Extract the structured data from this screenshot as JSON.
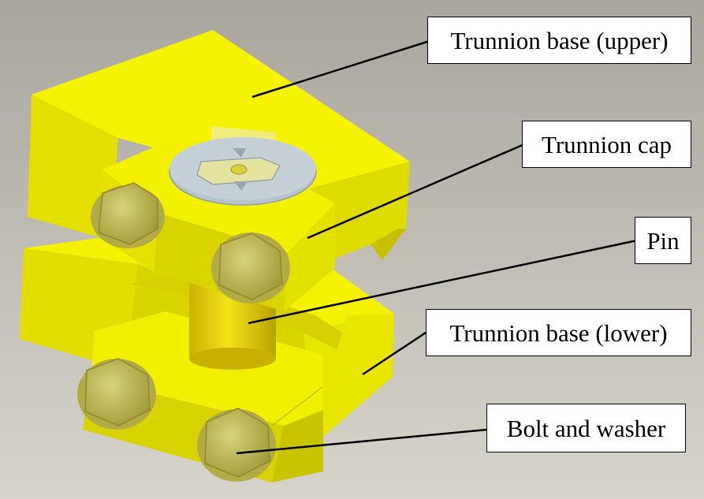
{
  "labels": {
    "upper_base": "Trunnion base (upper)",
    "cap": "Trunnion cap",
    "pin": "Pin",
    "lower_base": "Trunnion base (lower)",
    "bolt": "Bolt and washer"
  },
  "colors": {
    "background_top": "#a9a79e",
    "background_bottom": "#d4d2c9",
    "part_yellow": "#f2f200",
    "washer_grey": "#b8c4cc",
    "bolt_olive": "#c9c45a"
  }
}
